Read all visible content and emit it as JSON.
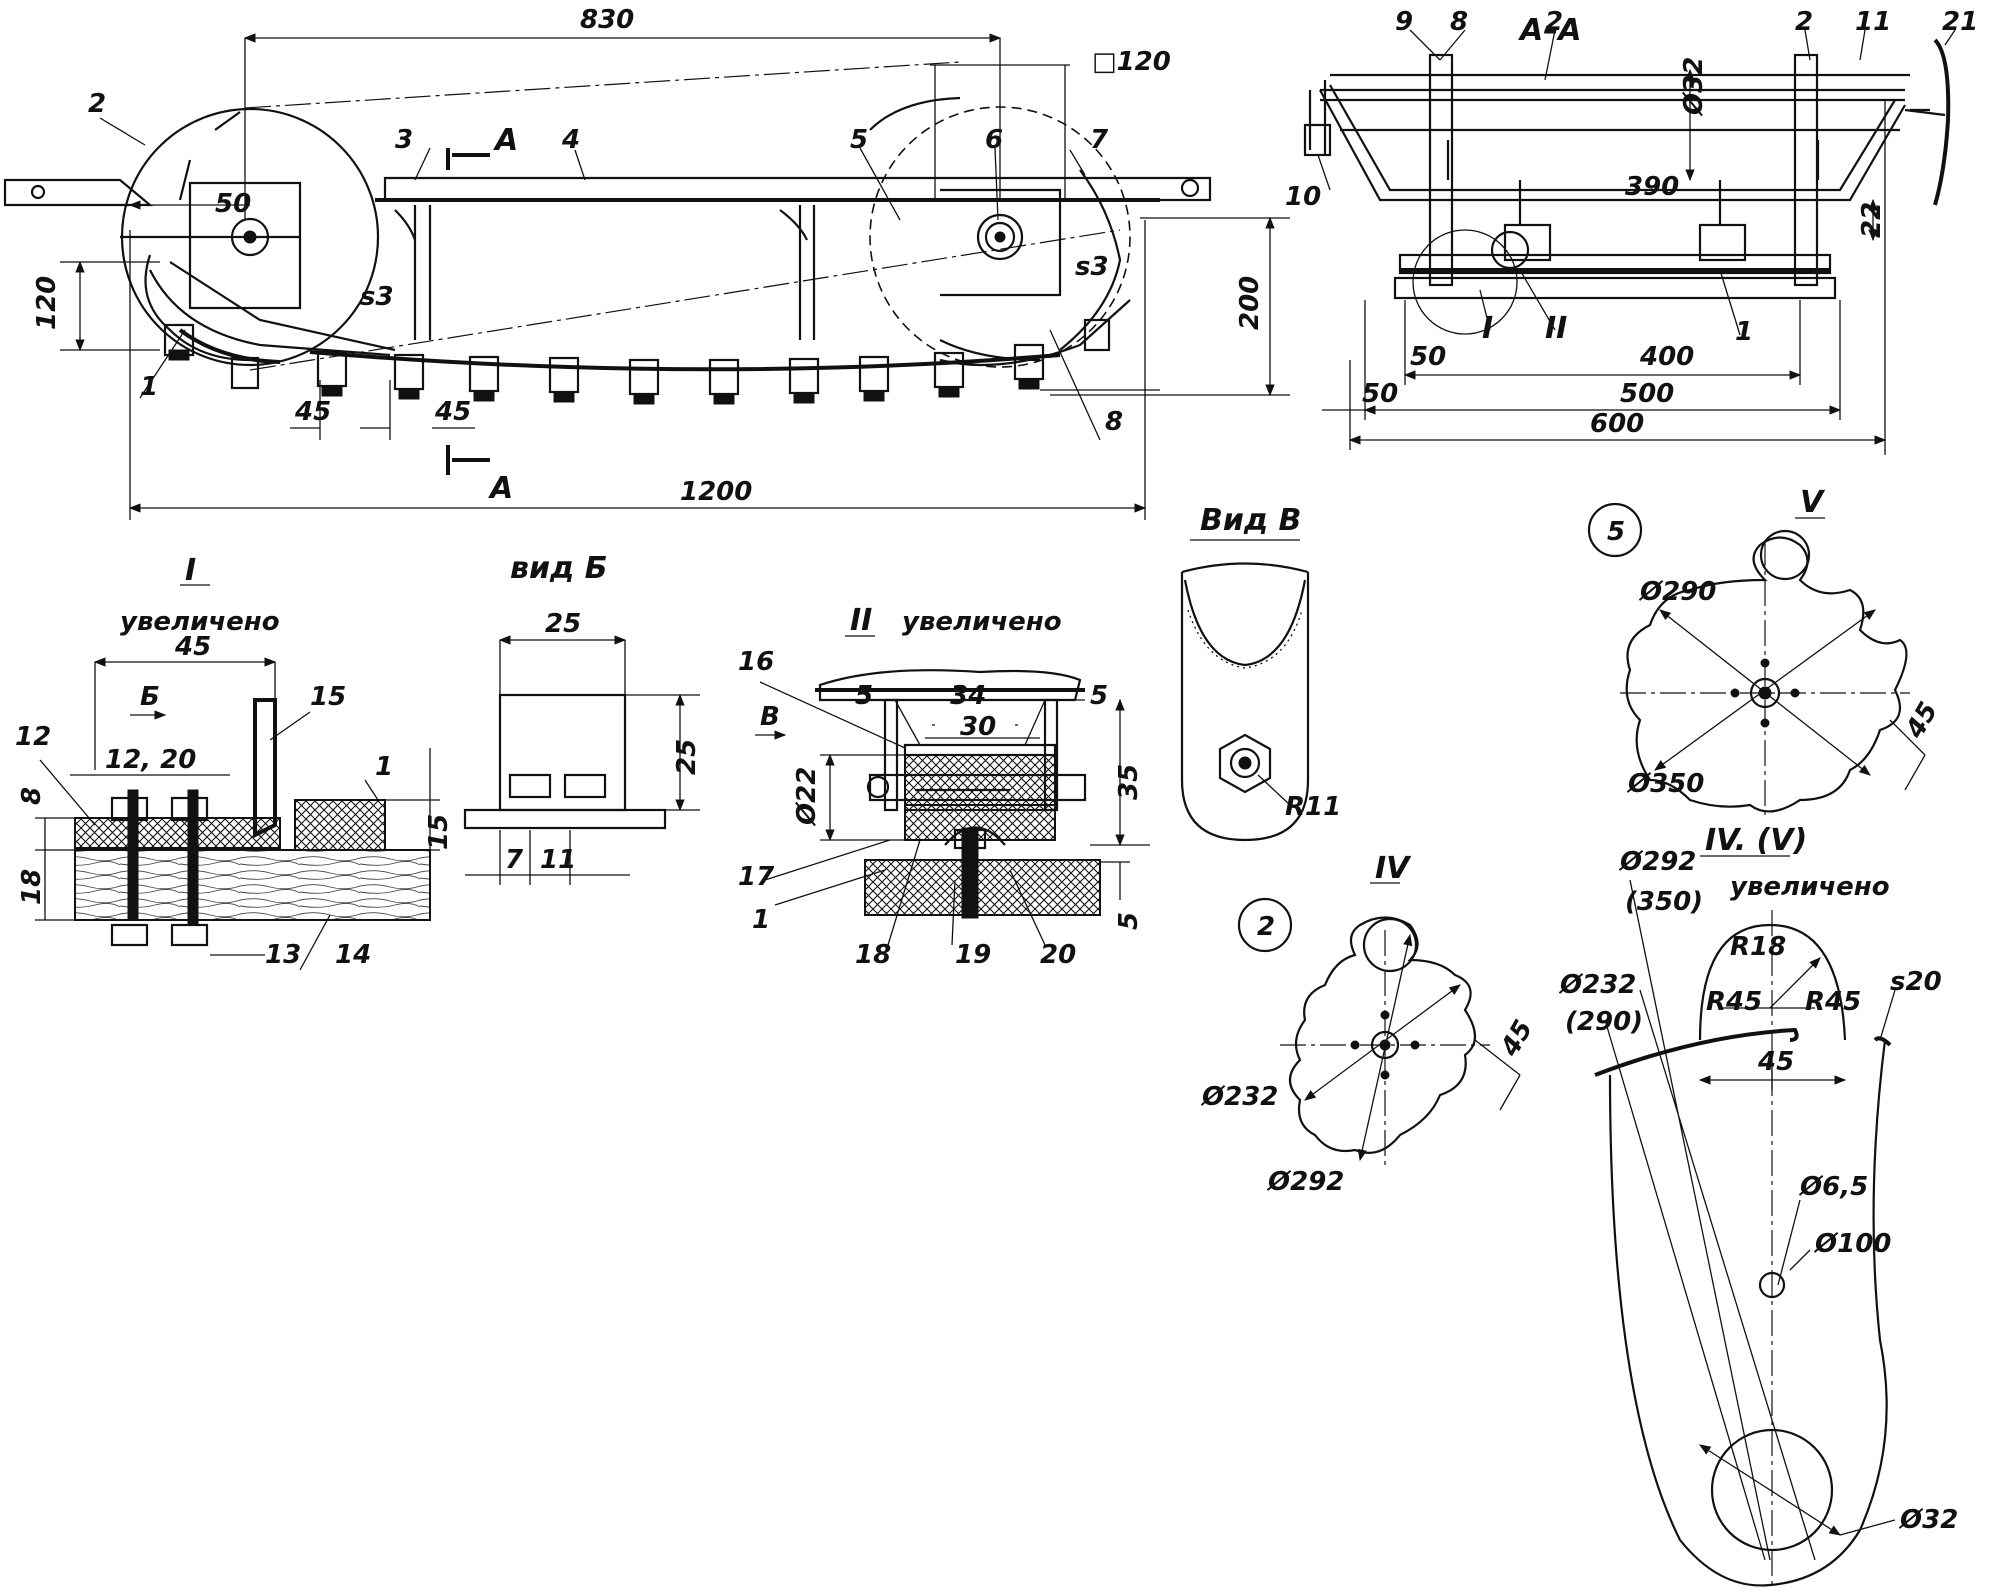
{
  "dims": {
    "d830": "830",
    "sq120": "□120",
    "d50": "50",
    "d120": "120",
    "s3a": "s3",
    "s3b": "s3",
    "d200": "200",
    "d45a": "45",
    "d45b": "45",
    "d1200": "1200",
    "phi32": "Ø32",
    "d390": "390",
    "d22": "22",
    "d50b": "50",
    "d400": "400",
    "d50c": "50",
    "d500": "500",
    "d600": "600",
    "d45c": "45",
    "d12_20": "12, 20",
    "d8": "8",
    "d18": "18",
    "d15": "15",
    "d25a": "25",
    "d25b": "25",
    "d7": "7",
    "d11": "11",
    "d5a": "5",
    "d34": "34",
    "d5b": "5",
    "d30": "30",
    "phi22": "Ø22",
    "d35": "35",
    "d5c": "5",
    "r11": "R11",
    "phi290": "Ø290",
    "phi350": "Ø350",
    "d45d": "45",
    "phi232a": "Ø232",
    "phi292a": "Ø292",
    "d45e": "45",
    "phi292b": "Ø292",
    "p350": "(350)",
    "phi232b": "Ø232",
    "p290": "(290)",
    "r18": "R18",
    "r45a": "R45",
    "r45b": "R45",
    "d45f": "45",
    "s20": "s20",
    "phi65": "Ø6,5",
    "phi100": "Ø100",
    "phi32b": "Ø32"
  },
  "positions": {
    "p1": "1",
    "p2": "2",
    "p3": "3",
    "p4": "4",
    "p5": "5",
    "p6": "6",
    "p7": "7",
    "p8": "8",
    "aa_p9": "9",
    "aa_p8": "8",
    "aa_p2a": "2",
    "aa_p2b": "2",
    "aa_p11": "11",
    "aa_p21": "21",
    "aa_p10": "10",
    "aa_p1": "1",
    "d1_p12": "12",
    "d1_p15": "15",
    "d1_p1": "1",
    "d1_p13": "13",
    "d1_p14": "14",
    "d2_p16": "16",
    "d2_p17": "17",
    "d2_p1": "1",
    "d2_p18": "18",
    "d2_p19": "19",
    "d2_p20": "20",
    "c5": "5",
    "c2": "2"
  },
  "labels": {
    "section_a_top": "A",
    "section_a_bottom": "A",
    "section_aa": "A–A",
    "aa_detail_1": "I",
    "aa_detail_2": "II",
    "detail1_num": "I",
    "detail1_sub": "увеличено",
    "arrow_b": "Б",
    "view_b": "вид Б",
    "detail2_num": "II",
    "detail2_sub": "увеличено",
    "arrow_v": "В",
    "view_v": "Вид В",
    "wheel5_mark": "V",
    "wheel2_mark": "IV",
    "detail45_title": "IV. (V)",
    "detail45_sub": "увеличено"
  }
}
